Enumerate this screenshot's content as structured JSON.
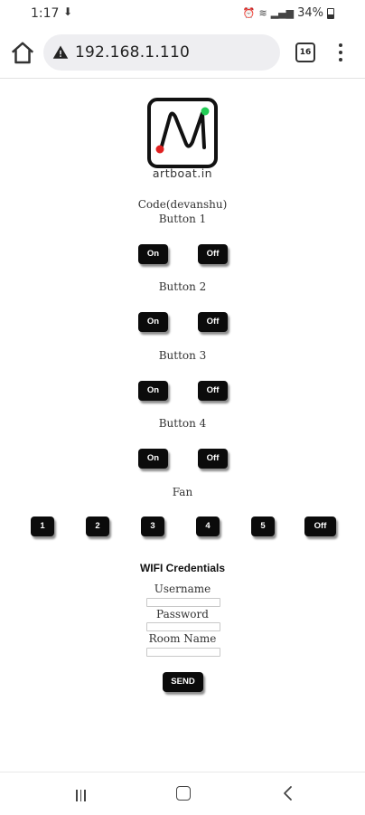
{
  "status_bar": {
    "time": "1:17",
    "battery": "34%",
    "download_icon": "download-arrow-icon",
    "icons": [
      "alarm-icon",
      "wifi-icon",
      "signal-icon",
      "battery-icon"
    ]
  },
  "browser": {
    "url": "192.168.1.110",
    "tab_count": "16",
    "security_icon": "warning-triangle-icon"
  },
  "page": {
    "logo_text": "artboat.in",
    "code_label": "Code(devanshu)",
    "buttons": [
      {
        "label": "Button 1",
        "on": "On",
        "off": "Off"
      },
      {
        "label": "Button 2",
        "on": "On",
        "off": "Off"
      },
      {
        "label": "Button 3",
        "on": "On",
        "off": "Off"
      },
      {
        "label": "Button 4",
        "on": "On",
        "off": "Off"
      }
    ],
    "fan": {
      "label": "Fan",
      "speeds": [
        "1",
        "2",
        "3",
        "4",
        "5"
      ],
      "off": "Off"
    },
    "wifi": {
      "title": "WIFI Credentials",
      "username_label": "Username",
      "username_value": "",
      "password_label": "Password",
      "password_value": "",
      "room_label": "Room Name",
      "room_value": "",
      "send": "SEND"
    }
  },
  "colors": {
    "logo_green": "#22cc55",
    "logo_red": "#e02020",
    "button_bg": "#0b0b0b",
    "url_bar_bg": "#eeeef1"
  }
}
